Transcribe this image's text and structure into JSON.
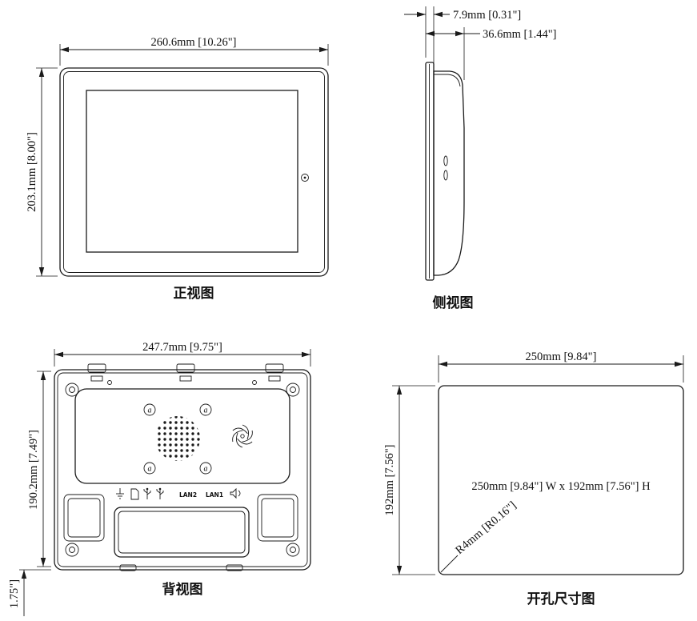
{
  "front": {
    "label": "正视图",
    "dim_width": "260.6mm [10.26\"]",
    "dim_height": "203.1mm [8.00\"]"
  },
  "side": {
    "label": "侧视图",
    "dim_bezel": "7.9mm [0.31\"]",
    "dim_depth": "36.6mm [1.44\"]"
  },
  "back": {
    "label": "背视图",
    "dim_width": "247.7mm [9.75\"]",
    "dim_height": "190.2mm [7.49\"]",
    "dim_bottom": "1.75\"]",
    "mount_hole_label": "a",
    "ports": {
      "lan2": "LAN2",
      "lan1": "LAN1"
    }
  },
  "cutout": {
    "label": "开孔尺寸图",
    "dim_width": "250mm [9.84\"]",
    "dim_height": "192mm [7.56\"]",
    "size_note": "250mm [9.84\"] W x 192mm [7.56\"] H",
    "corner_radius": "R4mm [R0.16\"]"
  }
}
